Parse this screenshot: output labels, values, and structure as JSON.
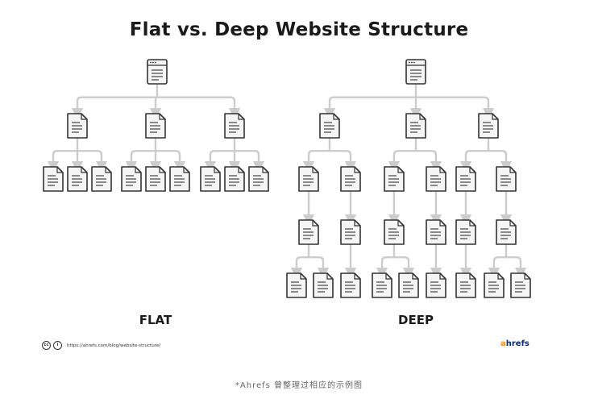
{
  "title": "Flat vs. Deep Website Structure",
  "labels": {
    "flat": "FLAT",
    "deep": "DEEP"
  },
  "footer": {
    "source_url": "https://ahrefs.com/blog/website-structure/",
    "brand_accent": "a",
    "brand_rest": "hrefs",
    "license_icons": [
      "cc-icon",
      "attribution-icon"
    ]
  },
  "caption": "*Ahrefs 曾整理过相应的示例图",
  "colors": {
    "connector": "#cccccc",
    "icon_stroke": "#333333",
    "icon_fill": "#f5f5f5",
    "title": "#1a1a1a",
    "brand_accent": "#ff8c1a",
    "brand_text": "#0a2a6b"
  },
  "flat": {
    "root": "homepage-icon",
    "children": [
      {
        "node": "page-icon",
        "children": [
          "page-icon",
          "page-icon",
          "page-icon"
        ]
      },
      {
        "node": "page-icon",
        "children": [
          "page-icon",
          "page-icon",
          "page-icon"
        ]
      },
      {
        "node": "page-icon",
        "children": [
          "page-icon",
          "page-icon",
          "page-icon"
        ]
      }
    ]
  },
  "deep": {
    "root": "homepage-icon",
    "levels": 4,
    "leaf_count": 9
  }
}
